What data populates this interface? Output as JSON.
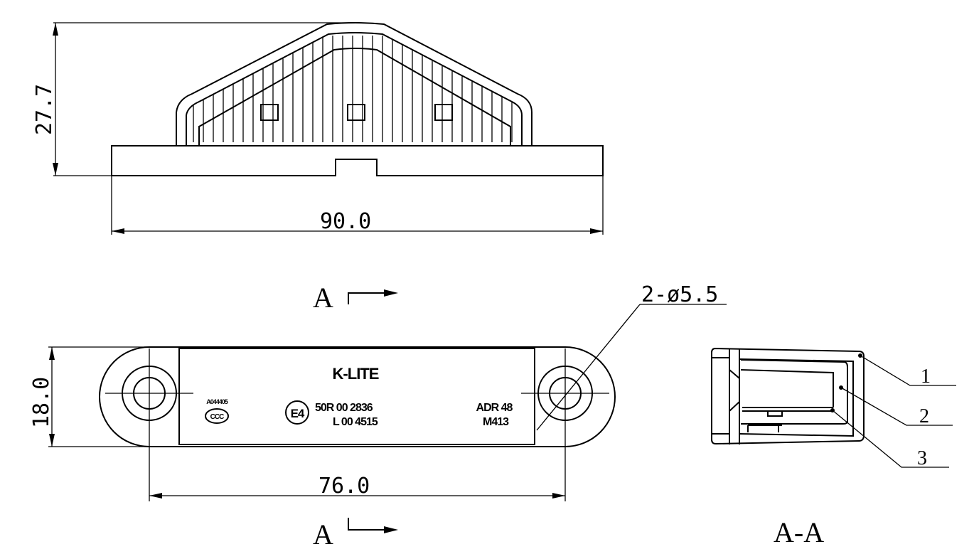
{
  "dimensions": {
    "height": "27.7",
    "length": "90.0",
    "width": "18.0",
    "hole_spacing": "76.0",
    "holes": "2-ø5.5"
  },
  "section": {
    "marker": "A",
    "title": "A-A"
  },
  "plate": {
    "brand": "K-LITE",
    "cert_left": "A044405",
    "cert_left_mark": "CCC",
    "e_mark": "E4",
    "approval_line1": "50R 00 2836",
    "approval_line2": "L 00 4515",
    "adr_line1": "ADR 48",
    "adr_line2": "M413"
  },
  "callouts": [
    "1",
    "2",
    "3"
  ]
}
